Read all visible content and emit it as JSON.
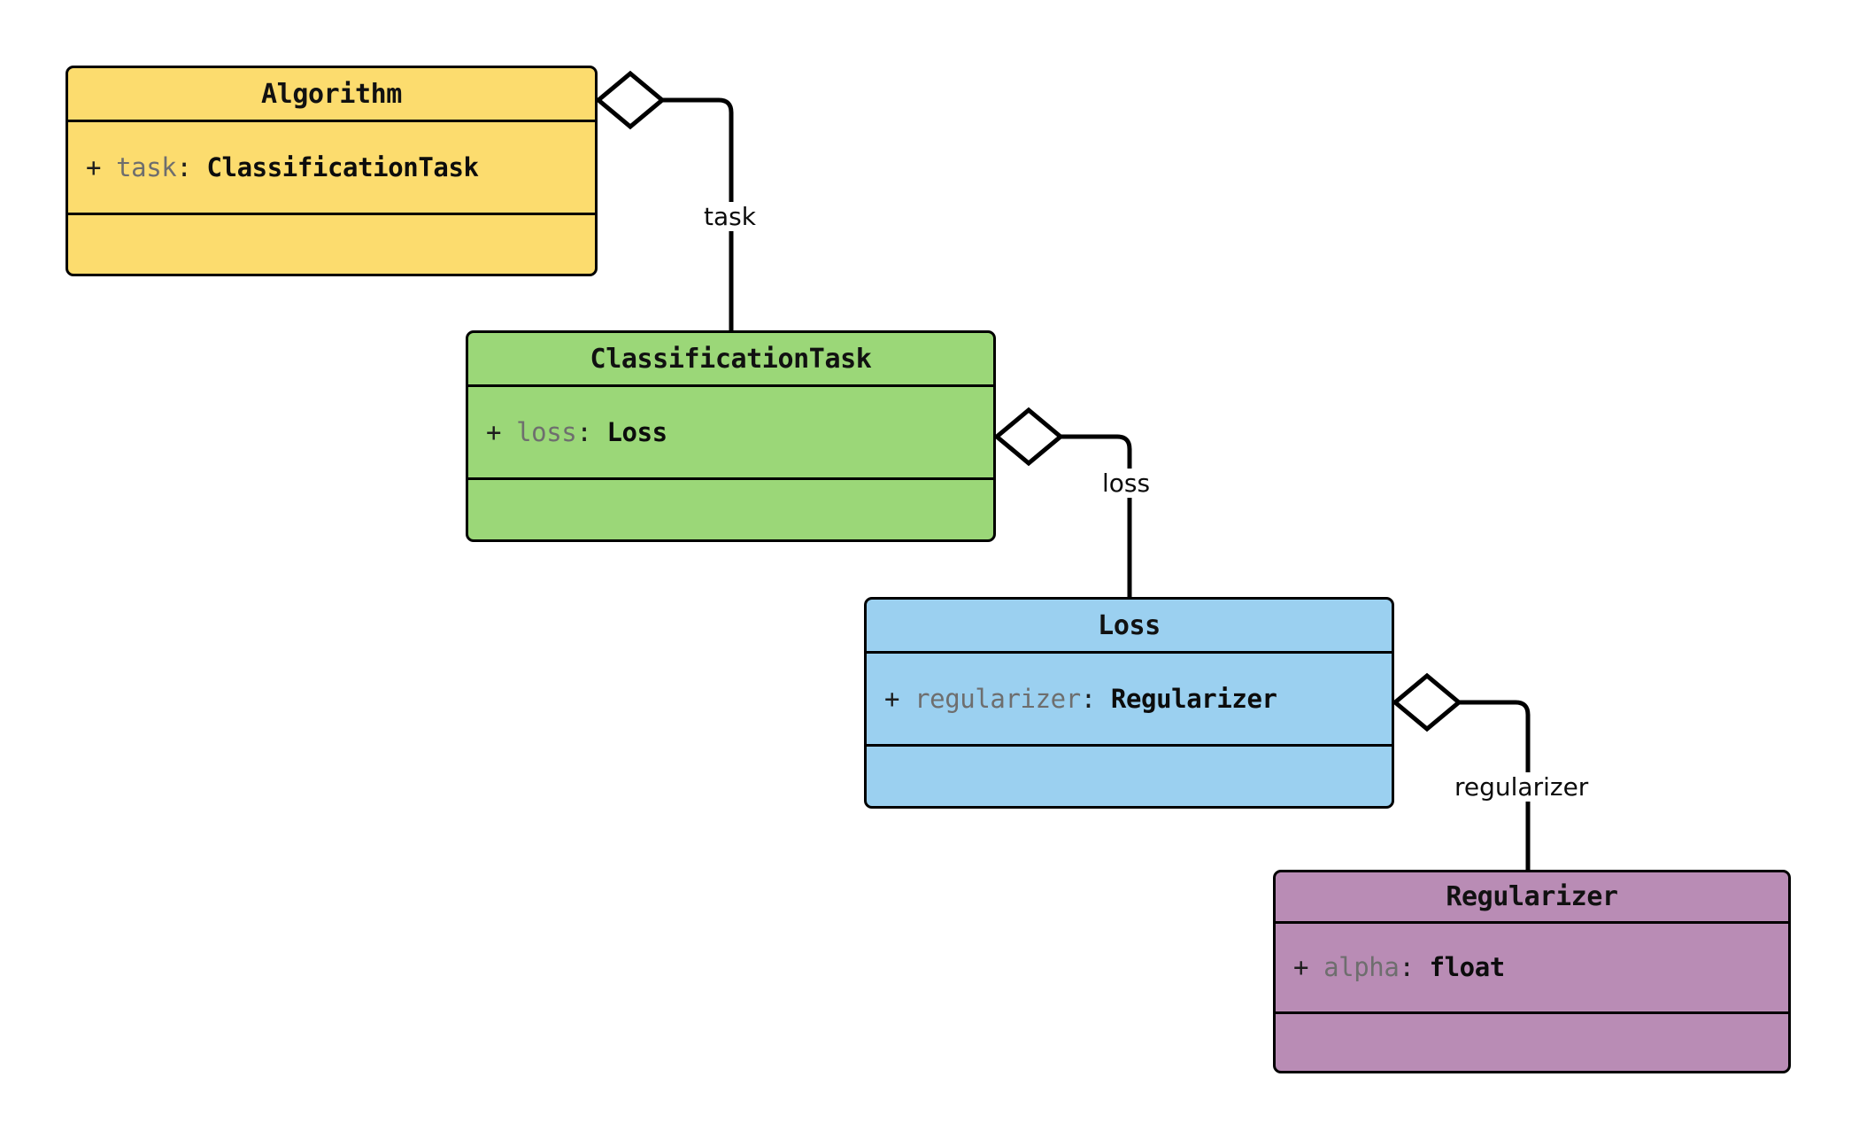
{
  "diagram": {
    "type": "uml-class-diagram",
    "background": "#ffffff",
    "classes": [
      {
        "id": "algorithm",
        "name": "Algorithm",
        "fill": "#FCDC6E",
        "stroke": "#000000",
        "attributes": [
          {
            "visibility": "+",
            "name": "task",
            "separator": ":",
            "type": "ClassificationTask"
          }
        ],
        "methods": []
      },
      {
        "id": "classificationtask",
        "name": "ClassificationTask",
        "fill": "#9BD778",
        "stroke": "#000000",
        "attributes": [
          {
            "visibility": "+",
            "name": "loss",
            "separator": ":",
            "type": "Loss"
          }
        ],
        "methods": []
      },
      {
        "id": "loss",
        "name": "Loss",
        "fill": "#9BD0F0",
        "stroke": "#000000",
        "attributes": [
          {
            "visibility": "+",
            "name": "regularizer",
            "separator": ":",
            "type": "Regularizer"
          }
        ],
        "methods": []
      },
      {
        "id": "regularizer",
        "name": "Regularizer",
        "fill": "#B98CB5",
        "stroke": "#000000",
        "attributes": [
          {
            "visibility": "+",
            "name": "alpha",
            "separator": ":",
            "type": "float"
          }
        ],
        "methods": []
      }
    ],
    "relations": [
      {
        "id": "rel-task",
        "kind": "aggregation",
        "from": "algorithm",
        "to": "classificationtask",
        "label": "task"
      },
      {
        "id": "rel-loss",
        "kind": "aggregation",
        "from": "classificationtask",
        "to": "loss",
        "label": "loss"
      },
      {
        "id": "rel-regularizer",
        "kind": "aggregation",
        "from": "loss",
        "to": "regularizer",
        "label": "regularizer"
      }
    ]
  }
}
